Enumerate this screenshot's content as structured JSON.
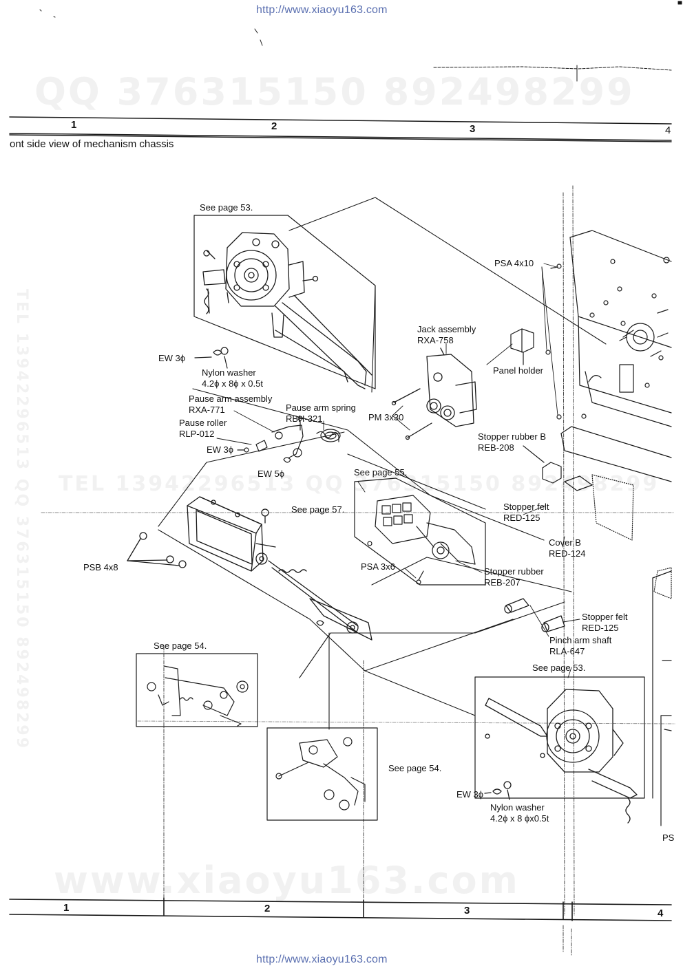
{
  "watermark": {
    "url_top": "http://www.xiaoyu163.com",
    "url_bottom": "http://www.xiaoyu163.com",
    "qq_line": "QQ 376315150   892498299",
    "tel_line_h": "TEL 13942296513   QQ 376315150   892498299",
    "tel_line_v": "TEL 13942296513  QQ 376315150  892498299",
    "site_big": "www.xiaoyu163.com"
  },
  "grid": {
    "top": [
      "1",
      "2",
      "3",
      "4"
    ],
    "bottom": [
      "1",
      "2",
      "3",
      "4"
    ]
  },
  "section_title": "ont side view of mechanism chassis",
  "labels": {
    "see_p53_top": "See page 53.",
    "psa_4x10": "PSA 4x10",
    "jack_assembly": "Jack assembly",
    "rxa_758": "RXA-758",
    "panel_holder": "Panel holder",
    "ew3_a": "EW 3ϕ",
    "nylon_washer_a": "Nylon washer",
    "nylon_washer_a_dim": "4.2ϕ x 8ϕ x 0.5t",
    "pause_arm_assembly": "Pause arm assembly",
    "rxa_771": "RXA-771",
    "pause_arm_spring": "Pause arm spring",
    "rbh_321": "RBH-321",
    "pause_roller": "Pause roller",
    "rlp_012": "RLP-012",
    "pm_3x30": "PM 3x30",
    "ew3_b": "EW 3ϕ",
    "ew5": "EW 5ϕ",
    "stopper_rubber_b": "Stopper rubber B",
    "reb_208": "REB-208",
    "see_p55": "See page 55.",
    "see_p57": "See page 57.",
    "stopper_felt_a": "Stopper felt",
    "red_125_a": "RED-125",
    "cover_b": "Cover B",
    "red_124": "RED-124",
    "psb_4x8": "PSB 4x8",
    "psa_3x6": "PSA 3x6",
    "stopper_rubber": "Stopper rubber",
    "reb_207": "REB-207",
    "stopper_felt_b": "Stopper felt",
    "red_125_b": "RED-125",
    "pinch_arm_shaft": "Pinch arm shaft",
    "rla_647": "RLA-647",
    "see_p54_a": "See page 54.",
    "see_p53_b": "See page 53.",
    "see_p54_b": "See page 54.",
    "ew3_c": "EW 3ϕ",
    "nylon_washer_c": "Nylon washer",
    "nylon_washer_c_dim": "4.2ϕ x 8 ϕx0.5t",
    "ps_cut": "PS"
  },
  "colors": {
    "ink": "#111111",
    "url": "#5a6fb0",
    "watermark": "#f1f1f1"
  }
}
